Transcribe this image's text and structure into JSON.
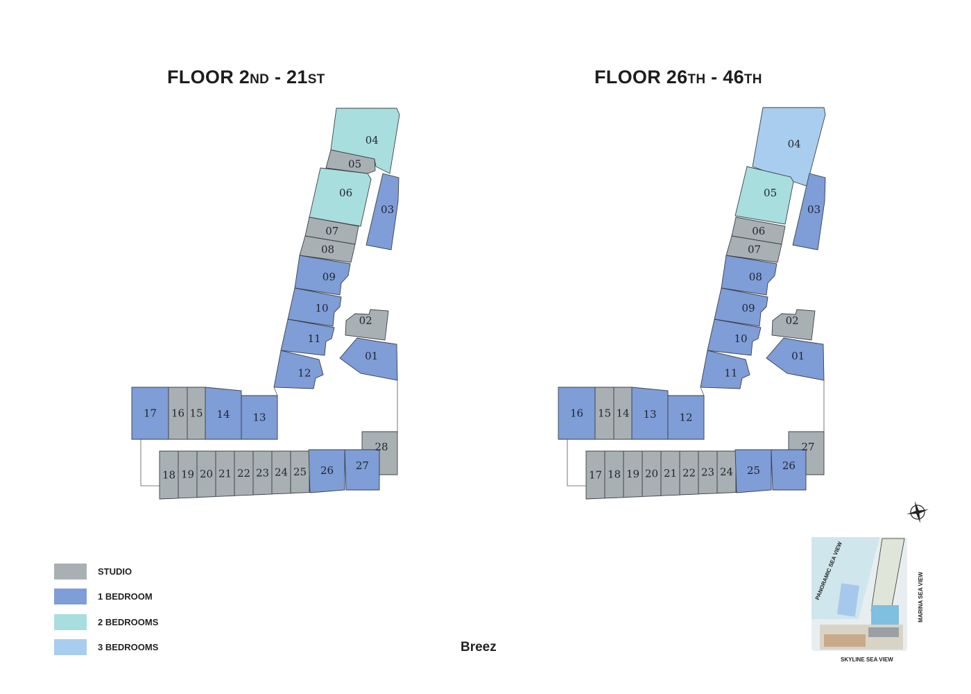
{
  "plans": [
    {
      "title": {
        "a": "FLOOR 2",
        "b": "ND",
        "c": " - 21",
        "d": "ST"
      },
      "units": [
        {
          "label": "04",
          "type": "2br"
        },
        {
          "label": "05",
          "type": "studio"
        },
        {
          "label": "06",
          "type": "2br"
        },
        {
          "label": "07",
          "type": "studio"
        },
        {
          "label": "08",
          "type": "studio"
        },
        {
          "label": "09",
          "type": "1br"
        },
        {
          "label": "10",
          "type": "1br"
        },
        {
          "label": "11",
          "type": "1br"
        },
        {
          "label": "12",
          "type": "1br"
        },
        {
          "label": "03",
          "type": "1br"
        },
        {
          "label": "02",
          "type": "studio"
        },
        {
          "label": "01",
          "type": "1br"
        },
        {
          "label": "17",
          "type": "1br"
        },
        {
          "label": "16",
          "type": "studio"
        },
        {
          "label": "15",
          "type": "studio"
        },
        {
          "label": "14",
          "type": "1br"
        },
        {
          "label": "13",
          "type": "1br"
        },
        {
          "label": "18",
          "type": "studio"
        },
        {
          "label": "19",
          "type": "studio"
        },
        {
          "label": "20",
          "type": "studio"
        },
        {
          "label": "21",
          "type": "studio"
        },
        {
          "label": "22",
          "type": "studio"
        },
        {
          "label": "23",
          "type": "studio"
        },
        {
          "label": "24",
          "type": "studio"
        },
        {
          "label": "25",
          "type": "studio"
        },
        {
          "label": "26",
          "type": "1br"
        },
        {
          "label": "27",
          "type": "1br"
        },
        {
          "label": "28",
          "type": "studio"
        }
      ]
    },
    {
      "title": {
        "a": "FLOOR 26",
        "b": "TH",
        "c": " - 46",
        "d": "TH"
      },
      "units": [
        {
          "label": "04",
          "type": "3br"
        },
        {
          "label": "05",
          "type": "2br"
        },
        {
          "label": "06",
          "type": "studio"
        },
        {
          "label": "07",
          "type": "studio"
        },
        {
          "label": "08",
          "type": "1br"
        },
        {
          "label": "09",
          "type": "1br"
        },
        {
          "label": "10",
          "type": "1br"
        },
        {
          "label": "11",
          "type": "1br"
        },
        {
          "label": "03",
          "type": "1br"
        },
        {
          "label": "02",
          "type": "studio"
        },
        {
          "label": "01",
          "type": "1br"
        },
        {
          "label": "16",
          "type": "1br"
        },
        {
          "label": "15",
          "type": "studio"
        },
        {
          "label": "14",
          "type": "studio"
        },
        {
          "label": "13",
          "type": "1br"
        },
        {
          "label": "12",
          "type": "1br"
        },
        {
          "label": "17",
          "type": "studio"
        },
        {
          "label": "18",
          "type": "studio"
        },
        {
          "label": "19",
          "type": "studio"
        },
        {
          "label": "20",
          "type": "studio"
        },
        {
          "label": "21",
          "type": "studio"
        },
        {
          "label": "22",
          "type": "studio"
        },
        {
          "label": "23",
          "type": "studio"
        },
        {
          "label": "24",
          "type": "studio"
        },
        {
          "label": "25",
          "type": "1br"
        },
        {
          "label": "26",
          "type": "1br"
        },
        {
          "label": "27",
          "type": "studio"
        }
      ]
    }
  ],
  "legend": [
    {
      "label": "STUDIO",
      "type": "studio"
    },
    {
      "label": "1 BEDROOM",
      "type": "1br"
    },
    {
      "label": "2 BEDROOMS",
      "type": "2br"
    },
    {
      "label": "3 BEDROOMS",
      "type": "3br"
    }
  ],
  "colors": {
    "studio": "#a9b0b3",
    "1br": "#7f9dd6",
    "2br": "#a8dedd",
    "3br": "#a9cdee",
    "outline": "#3a3f47"
  },
  "brand": "Breez",
  "site_map": {
    "top_left": "PANORAMIC SEA VIEW",
    "right": "MARINA SEA VIEW",
    "bottom": "SKYLINE SEA VIEW"
  }
}
